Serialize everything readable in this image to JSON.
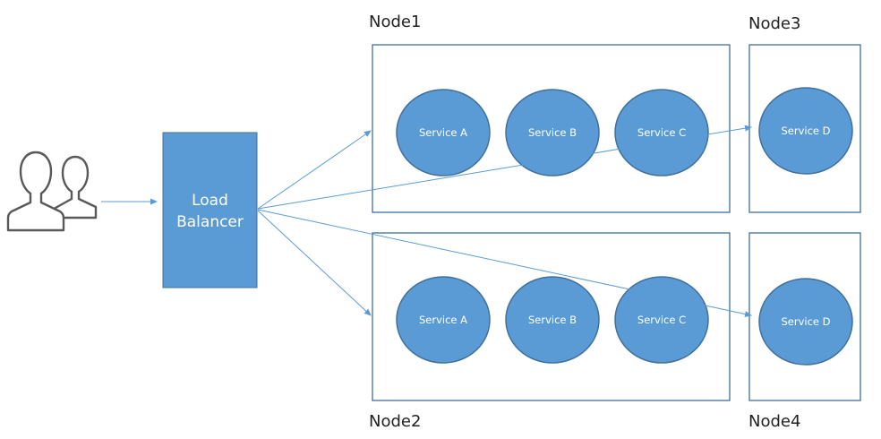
{
  "colors": {
    "service_fill": "#5b9bd5",
    "service_stroke": "#41719c",
    "load_balancer_fill": "#5b9bd5",
    "load_balancer_stroke": "#41719c",
    "node_border": "#41719c",
    "arrow": "#5b9bd5",
    "users_icon": "#595959"
  },
  "users": {
    "icon": "users-icon"
  },
  "load_balancer": {
    "line1": "Load",
    "line2": "Balancer"
  },
  "nodes": {
    "node1": {
      "label": "Node1",
      "services": [
        "Service A",
        "Service B",
        "Service C"
      ]
    },
    "node2": {
      "label": "Node2",
      "services": [
        "Service A",
        "Service B",
        "Service C"
      ]
    },
    "node3": {
      "label": "Node3",
      "services": [
        "Service D"
      ]
    },
    "node4": {
      "label": "Node4",
      "services": [
        "Service D"
      ]
    }
  }
}
